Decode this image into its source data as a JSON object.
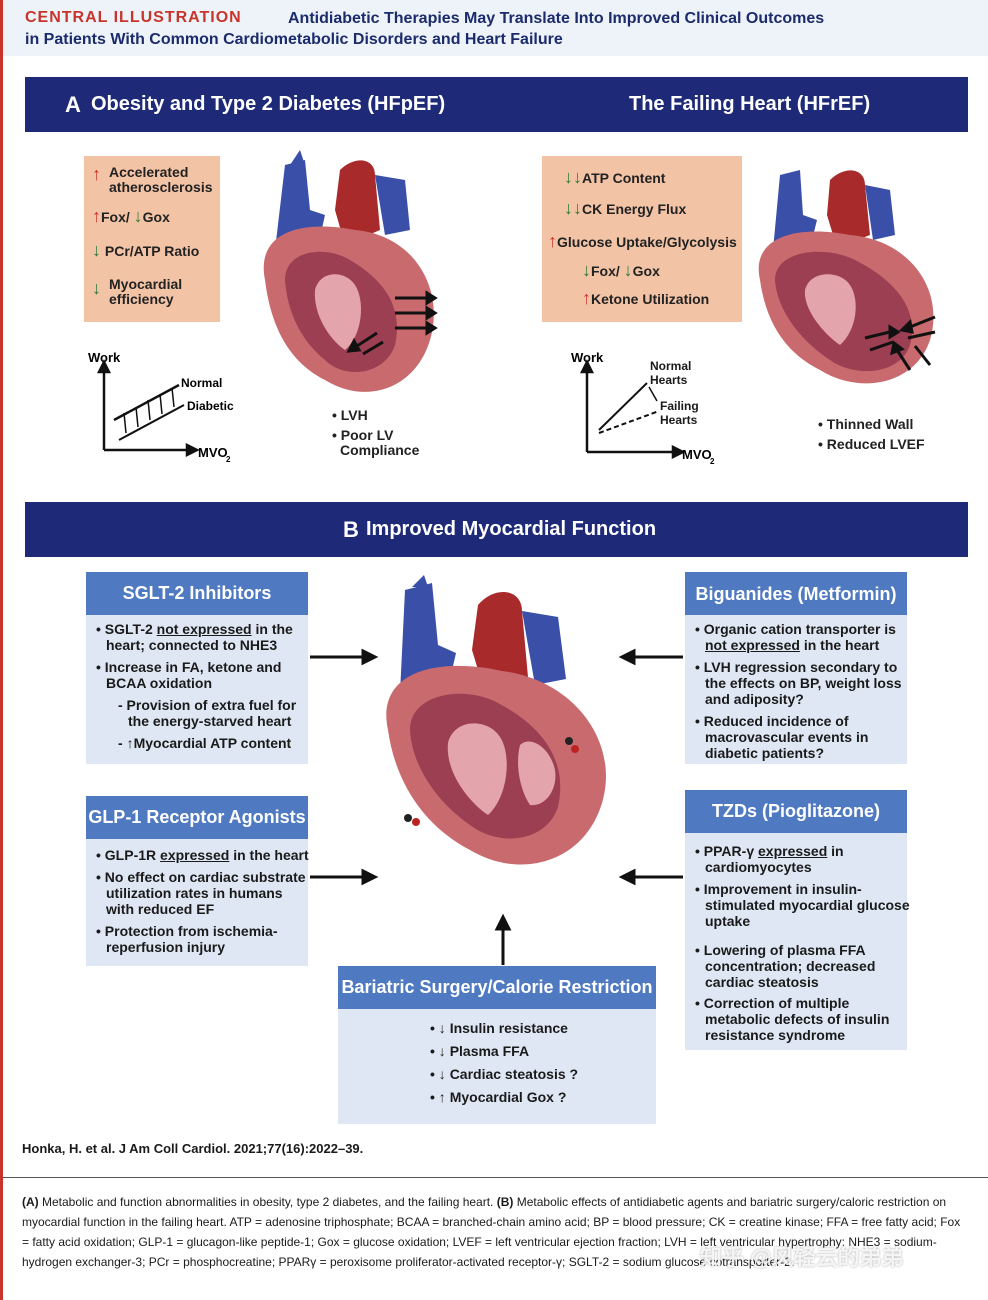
{
  "header": {
    "label": "CENTRAL ILLUSTRATION",
    "title_line1": "Antidiabetic Therapies May Translate Into Improved Clinical Outcomes",
    "title_line2": "in Patients With Common Cardiometabolic Disorders and Heart Failure"
  },
  "panelA": {
    "letter": "A",
    "left_title": "Obesity and Type 2 Diabetes (HFpEF)",
    "right_title": "The Failing Heart (HFrEF)",
    "left_box": [
      "Accelerated atherosclerosis",
      "Fox/",
      "Gox",
      "PCr/ATP Ratio",
      "Myocardial efficiency"
    ],
    "right_box": [
      "ATP Content",
      "CK Energy Flux",
      "Glucose Uptake/Glycolysis",
      "Fox/",
      "Gox",
      "Ketone Utilization"
    ],
    "left_graph": {
      "ylabel": "Work",
      "xlabel": "MVO",
      "sub": "2",
      "normal": "Normal",
      "diabetic": "Diabetic"
    },
    "right_graph": {
      "ylabel": "Work",
      "xlabel": "MVO",
      "sub": "2",
      "normal": "Normal Hearts",
      "failing": "Failing Hearts"
    },
    "left_notes": [
      "LVH",
      "Poor LV Compliance"
    ],
    "right_notes": [
      "Thinned Wall",
      "Reduced LVEF"
    ]
  },
  "panelB": {
    "letter": "B",
    "title": "Improved Myocardial Function",
    "sglt2": {
      "title": "SGLT-2 Inhibitors",
      "b1a": "SGLT-2 ",
      "b1u": "not expressed",
      "b1b": " in the heart; connected to NHE3",
      "b2": "Increase in FA, ketone and BCAA oxidation",
      "s1": "- Provision of extra fuel for the energy-starved heart",
      "s2": "Myocardial ATP content"
    },
    "glp1": {
      "title": "GLP-1 Receptor Agonists",
      "b1a": "GLP-1R ",
      "b1u": "expressed",
      "b1b": " in the heart",
      "b2": "No effect on cardiac substrate utilization rates in humans with reduced EF",
      "b3": "Protection from ischemia-reperfusion injury"
    },
    "biguanides": {
      "title": "Biguanides (Metformin)",
      "b1a": "Organic cation transporter is ",
      "b1u": "not expressed",
      "b1b": " in the heart",
      "b2": "LVH regression secondary to the effects on BP, weight loss and adiposity?",
      "b3": "Reduced incidence of macrovascular events in diabetic patients?"
    },
    "tzd": {
      "title": "TZDs (Pioglitazone)",
      "b1a": "PPAR-γ ",
      "b1u": "expressed",
      "b1b": " in cardiomyocytes",
      "b2": "Improvement in insulin-stimulated myocardial glucose uptake",
      "b3": "Lowering of plasma FFA concentration; decreased cardiac steatosis",
      "b4": "Correction of multiple metabolic defects of insulin resistance syndrome"
    },
    "bariatric": {
      "title": "Bariatric Surgery/Calorie Restriction",
      "items": [
        "Insulin resistance",
        "Plasma FFA",
        "Cardiac steatosis ?",
        "Myocardial Gox ?"
      ]
    }
  },
  "citation": "Honka, H. et al. J Am Coll Cardiol. 2021;77(16):2022–39.",
  "caption": {
    "a_label": "(A)",
    "a_text": " Metabolic and function abnormalities in obesity, type 2 diabetes, and the failing heart. ",
    "b_label": "(B)",
    "b_text": " Metabolic effects of antidiabetic agents and bariatric surgery/caloric restriction on myocardial function in the failing heart. ATP = adenosine triphosphate; BCAA = branched-chain amino acid; BP = blood pressure; CK = creatine kinase; FFA = free fatty acid; Fox = fatty acid oxidation; GLP-1 = glucagon-like peptide-1; Gox = glucose oxidation; LVEF = left ventricular ejection fraction; LVH = left ventricular hypertrophy; NHE3 = sodium-hydrogen exchanger-3; PCr = phosphocreatine; PPARγ = peroxisome proliferator-activated receptor-γ; SGLT-2 = sodium glucose cotransporter-2."
  },
  "watermark": "知乎 @风轻云的弟弟",
  "colors": {
    "navy": "#1e2a78",
    "card_header": "#4f7ac2",
    "card_body": "#dfe7f4",
    "orange_box": "#f3c3a6",
    "up_arrow": "#c8342c",
    "down_arrow": "#2b7a3a"
  }
}
